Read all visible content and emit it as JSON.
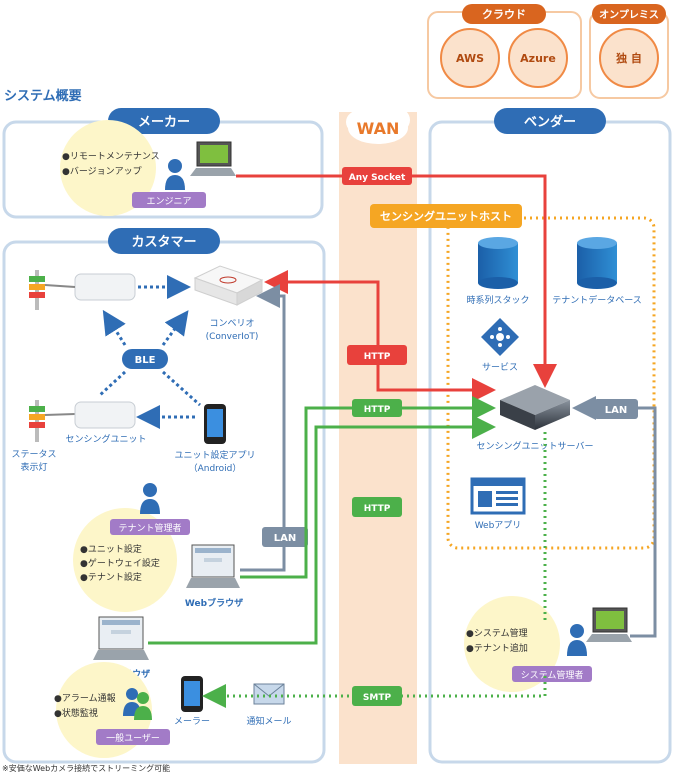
{
  "title": "システム概要",
  "footnote": "※安価なWebカメラ接続でストリーミング可能",
  "cloud": {
    "label": "クラウド",
    "aws": "AWS",
    "azure": "Azure"
  },
  "onpremise": {
    "label": "オンプレミス",
    "own": "独 自"
  },
  "wan": "WAN",
  "maker": {
    "label": "メーカー",
    "bullets": [
      "●リモートメンテナンス",
      "●バージョンアップ"
    ],
    "role": "エンジニア"
  },
  "customer": {
    "label": "カスタマー",
    "converiot": [
      "コンベリオ",
      "(ConverIoT)"
    ],
    "ble": "BLE",
    "sensing_unit": "センシングユニット",
    "status_light": [
      "ステータス",
      "表示灯"
    ],
    "app": [
      "ユニット設定アプリ",
      "（Android）"
    ],
    "tenant_admin": "テナント管理者",
    "tenant_bullets": [
      "●ユニット設定",
      "●ゲートウェイ設定",
      "●テナント設定"
    ],
    "browser": "Webブラウザ",
    "browser2": "Webブラウザ",
    "user_bullets": [
      "●アラーム通報",
      "●状態監視"
    ],
    "general_user": "一般ユーザー",
    "mailer": "メーラー",
    "mail": "通知メール"
  },
  "vendor": {
    "label": "ベンダー",
    "host": "センシングユニットホスト",
    "timeseries": "時系列スタック",
    "tenantdb": "テナントデータベース",
    "service": "サービス",
    "server": "センシングユニットサーバー",
    "webapp": "Webアプリ",
    "admin_bullets": [
      "●システム管理",
      "●テナント追加"
    ],
    "sysadmin": "システム管理者"
  },
  "links": {
    "any_socket": "Any Socket",
    "http1": "HTTP",
    "http2": "HTTP",
    "http3": "HTTP",
    "lan1": "LAN",
    "lan2": "LAN",
    "smtp": "SMTP"
  },
  "colors": {
    "blue": "#2f6db5",
    "red": "#e8413c",
    "green": "#4cb04a",
    "orange": "#f5a623",
    "peach": "#fbe2cc",
    "panel": "#c7d8ea",
    "lan": "#7c8ea3"
  }
}
